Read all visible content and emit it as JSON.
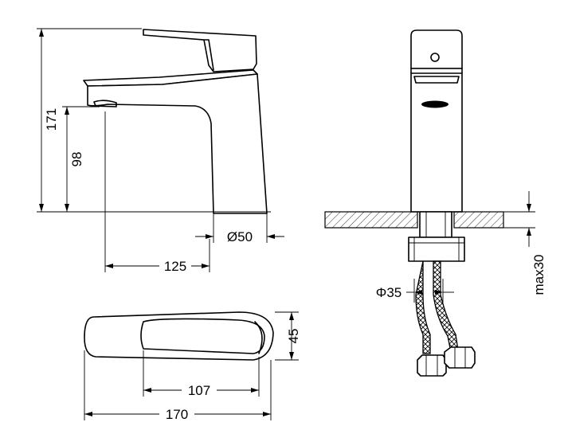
{
  "dimensions": {
    "height_total": "171",
    "spout_height": "98",
    "hole_diameter": "Ø50",
    "spout_reach": "125",
    "deck_thickness": "max30",
    "shank_diameter": "Φ35",
    "body_width": "45",
    "lever_length": "107",
    "overall_length": "170"
  }
}
